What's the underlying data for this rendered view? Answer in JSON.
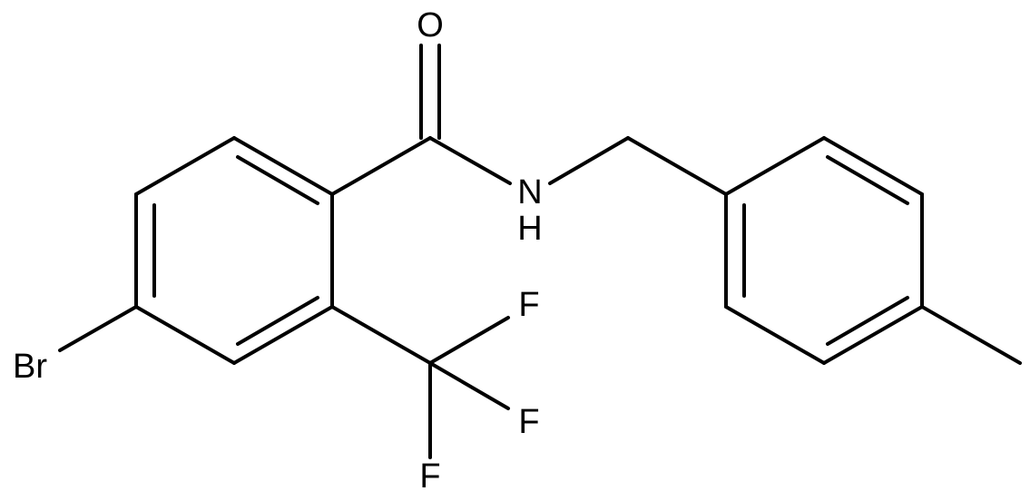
{
  "diagram": {
    "type": "skeletal-structure",
    "atoms": {
      "oxygen": "O",
      "nitrogen": "N",
      "hydrogen": "H",
      "bromine": "Br",
      "fluorine_1": "F",
      "fluorine_2": "F",
      "fluorine_3": "F"
    }
  }
}
